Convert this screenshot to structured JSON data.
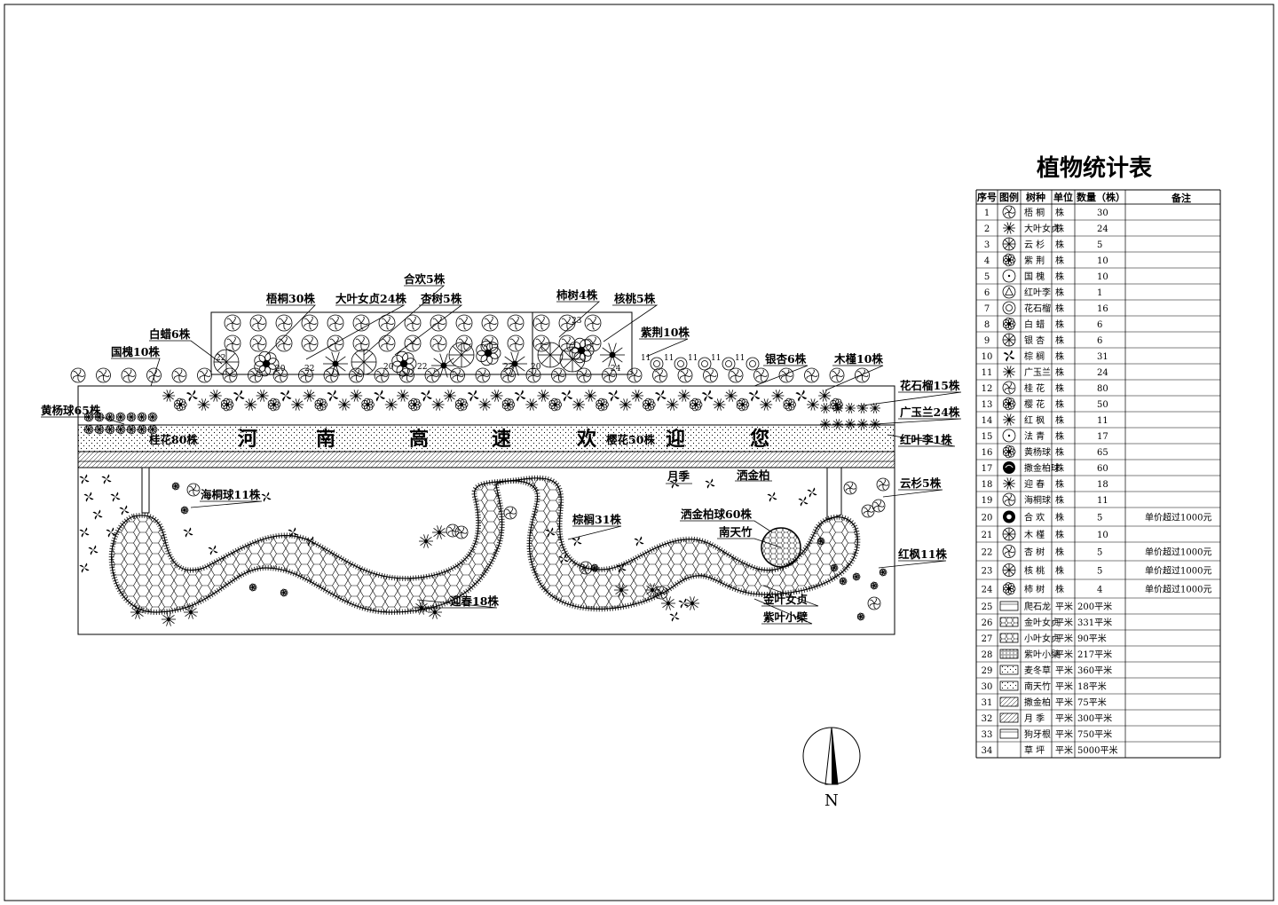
{
  "table": {
    "title": "植物统计表",
    "headers": [
      "序号",
      "图例",
      "树种",
      "单位",
      "数量（株）",
      "备注"
    ],
    "rows": [
      {
        "no": "1",
        "name": "梧 桐",
        "unit": "株",
        "qty": "30",
        "note": "",
        "sym": "tree-a"
      },
      {
        "no": "2",
        "name": "大叶女贞",
        "unit": "株",
        "qty": "24",
        "note": "",
        "sym": "star"
      },
      {
        "no": "3",
        "name": "云 杉",
        "unit": "株",
        "qty": "5",
        "note": "",
        "sym": "fan"
      },
      {
        "no": "4",
        "name": "紫 荆",
        "unit": "株",
        "qty": "10",
        "note": "",
        "sym": "cloud"
      },
      {
        "no": "5",
        "name": "国 槐",
        "unit": "株",
        "qty": "10",
        "note": "",
        "sym": "dot"
      },
      {
        "no": "6",
        "name": "红叶李",
        "unit": "株",
        "qty": "1",
        "note": "",
        "sym": "tri"
      },
      {
        "no": "7",
        "name": "花石榴",
        "unit": "株",
        "qty": "16",
        "note": "",
        "sym": "ring"
      },
      {
        "no": "8",
        "name": "白 蜡",
        "unit": "株",
        "qty": "6",
        "note": "",
        "sym": "cloud"
      },
      {
        "no": "9",
        "name": "银 杏",
        "unit": "株",
        "qty": "6",
        "note": "",
        "sym": "fan"
      },
      {
        "no": "10",
        "name": "棕 榈",
        "unit": "株",
        "qty": "31",
        "note": "",
        "sym": "palm"
      },
      {
        "no": "11",
        "name": "广玉兰",
        "unit": "株",
        "qty": "24",
        "note": "",
        "sym": "star"
      },
      {
        "no": "12",
        "name": "桂 花",
        "unit": "株",
        "qty": "80",
        "note": "",
        "sym": "tree-a"
      },
      {
        "no": "13",
        "name": "樱 花",
        "unit": "株",
        "qty": "50",
        "note": "",
        "sym": "cloud"
      },
      {
        "no": "14",
        "name": "红 枫",
        "unit": "株",
        "qty": "11",
        "note": "",
        "sym": "star"
      },
      {
        "no": "15",
        "name": "法 青",
        "unit": "株",
        "qty": "17",
        "note": "",
        "sym": "dot"
      },
      {
        "no": "16",
        "name": "黄杨球",
        "unit": "株",
        "qty": "65",
        "note": "",
        "sym": "cloud"
      },
      {
        "no": "17",
        "name": "撒金柏球",
        "unit": "株",
        "qty": "60",
        "note": "",
        "sym": "swirl"
      },
      {
        "no": "18",
        "name": "迎 春",
        "unit": "株",
        "qty": "18",
        "note": "",
        "sym": "star"
      },
      {
        "no": "19",
        "name": "海桐球",
        "unit": "株",
        "qty": "11",
        "note": "",
        "sym": "tree-a"
      },
      {
        "no": "20",
        "name": "合 欢",
        "unit": "株",
        "qty": "5",
        "note": "单价超过1000元",
        "sym": "solid"
      },
      {
        "no": "21",
        "name": "木 槿",
        "unit": "株",
        "qty": "10",
        "note": "",
        "sym": "fan"
      },
      {
        "no": "22",
        "name": "杏 树",
        "unit": "株",
        "qty": "5",
        "note": "单价超过1000元",
        "sym": "tree-a"
      },
      {
        "no": "23",
        "name": "核 桃",
        "unit": "株",
        "qty": "5",
        "note": "单价超过1000元",
        "sym": "fan"
      },
      {
        "no": "24",
        "name": "柿 树",
        "unit": "株",
        "qty": "4",
        "note": "单价超过1000元",
        "sym": "cloud"
      },
      {
        "no": "25",
        "name": "爬石龙",
        "unit": "平米",
        "qty": "200平米",
        "note": "",
        "sym": "rect-empty"
      },
      {
        "no": "26",
        "name": "金叶女贞",
        "unit": "平米",
        "qty": "331平米",
        "note": "",
        "sym": "rect-grid"
      },
      {
        "no": "27",
        "name": "小叶女贞",
        "unit": "平米",
        "qty": "90平米",
        "note": "",
        "sym": "rect-bars"
      },
      {
        "no": "28",
        "name": "紫叶小檗",
        "unit": "平米",
        "qty": "217平米",
        "note": "",
        "sym": "rect-dense"
      },
      {
        "no": "29",
        "name": "麦冬草",
        "unit": "平米",
        "qty": "360平米",
        "note": "",
        "sym": "rect-dash"
      },
      {
        "no": "30",
        "name": "南天竹",
        "unit": "平米",
        "qty": "18平米",
        "note": "",
        "sym": "rect-circles"
      },
      {
        "no": "31",
        "name": "撒金柏",
        "unit": "平米",
        "qty": "75平米",
        "note": "",
        "sym": "rect-hatch"
      },
      {
        "no": "32",
        "name": "月 季",
        "unit": "平米",
        "qty": "300平米",
        "note": "",
        "sym": "rect-cross"
      },
      {
        "no": "33",
        "name": "狗牙根",
        "unit": "平米",
        "qty": "750平米",
        "note": "",
        "sym": "rect-line"
      },
      {
        "no": "34",
        "name": "草 坪",
        "unit": "平米",
        "qty": "5000平米",
        "note": "",
        "sym": "none"
      }
    ]
  },
  "plan": {
    "labels": {
      "hehuan": "合欢5株",
      "wutong": "梧桐30株",
      "dayenvzhen": "大叶女贞24株",
      "xingshu": "杏树5株",
      "shishu": "柿树4株",
      "hetao": "核桃5株",
      "baila": "白蜡6株",
      "zijing": "紫荆10株",
      "guohuai": "国槐10株",
      "yinxing": "银杏6株",
      "mujin": "木槿10株",
      "huashiliu": "花石榴15株",
      "huangyangqiu": "黄杨球65株",
      "guangyulan": "广玉兰24株",
      "hongyeli": "红叶李1株",
      "guihua": "桂花80株",
      "yingchunlabel": "樱花50株",
      "yueji": "月季",
      "sajinbai": "洒金柏",
      "haitongqiu": "海桐球11株",
      "yunshan": "云杉5株",
      "zonglv": "棕榈31株",
      "sajinbaiqiu": "洒金柏球60株",
      "nantianzhu": "南天竹",
      "hongfeng": "红枫11株",
      "jinyenvzhen": "金叶女贞",
      "yingchun": "迎春18株",
      "ziyexiaobo": "紫叶小檗"
    },
    "banner": [
      "河",
      "南",
      "高",
      "速",
      "欢",
      "迎",
      "您"
    ],
    "numerals": [
      "11",
      "11",
      "11",
      "11",
      "11",
      "20",
      "22",
      "20",
      "22",
      "23",
      "23",
      "24",
      "22",
      "20"
    ],
    "north": "N"
  }
}
